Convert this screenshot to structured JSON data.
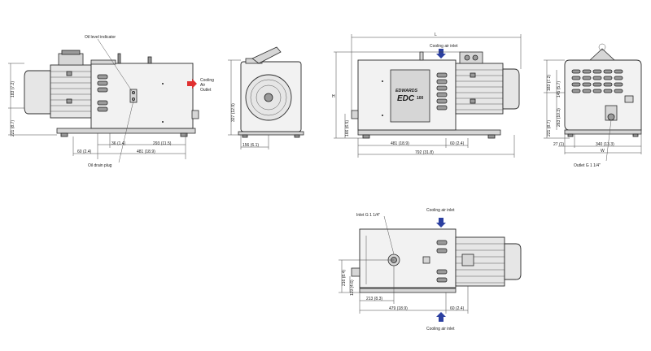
{
  "labels": {
    "oil_level_indicator": "Oil level indicator",
    "oil_drain_plug": "Oil drain plug",
    "cooling_air_outlet": [
      "Cooling",
      "Air",
      "Outlet"
    ],
    "cooling_air_inlet_top": "Cooling air inlet",
    "cooling_air_inlet_plan_top": "Cooling air inlet",
    "cooling_air_inlet_plan_bottom": "Cooling air inlet",
    "inlet": "Inlet G 1 1/4\"",
    "outlet": "Outlet G 1 1/4\"",
    "brand": "EDWARDS",
    "model": "EDC",
    "model_num": "100"
  },
  "dims_view1": {
    "height_top": "183 (7.2)",
    "height_bottom": "221 (8.7)",
    "d36": "36 (1.4)",
    "d293": "293 (11.5)",
    "d60": "60 (2.4)",
    "d481": "481 (18.9)"
  },
  "dims_view2": {
    "height": "327 (12.9)",
    "width": "156 (6.1)"
  },
  "dims_view3": {
    "L": "L",
    "H": "H",
    "height": "166 (6.5)",
    "d481": "481 (18.9)",
    "d60": "60 (2.4)",
    "d792": "792 (31.8)"
  },
  "dims_view4": {
    "height_top": "145 (5.7)",
    "height_mid": "183 (7.2)",
    "height_left": "263 (10.3)",
    "height_right": "221 (8.7)",
    "d27": "27 (1)",
    "d340": "340 (13.3)",
    "W": "W"
  },
  "dims_view5": {
    "h216": "216 (8.4)",
    "h119": "119 (4.6)",
    "d213": "213 (8.3)",
    "d479": "479 (18.9)",
    "d60": "60 (2.4)"
  },
  "colors": {
    "arrow_red": "#e03030",
    "arrow_blue": "#2b3fa0",
    "line": "#333333"
  }
}
